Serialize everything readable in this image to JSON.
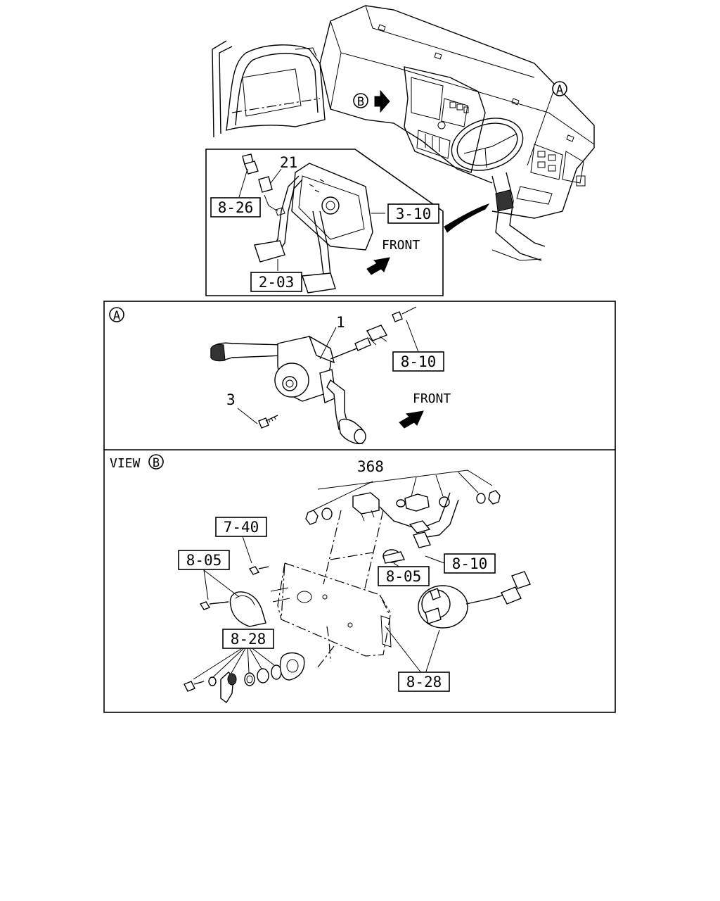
{
  "callouts": {
    "ref_8_26": "8-26",
    "ref_3_10": "3-10",
    "ref_2_03": "2-03",
    "ref_8_10_a": "8-10",
    "ref_7_40": "7-40",
    "ref_8_05_left": "8-05",
    "ref_8_05_center": "8-05",
    "ref_8_10_b": "8-10",
    "ref_8_28_left": "8-28",
    "ref_8_28_right": "8-28"
  },
  "part_numbers": {
    "p21": "21",
    "p1": "1",
    "p3": "3",
    "p368": "368"
  },
  "markers": {
    "a": "A",
    "b": "B"
  },
  "texts": {
    "front_top": "FRONT",
    "front_a": "FRONT",
    "view_b": "VIEW"
  }
}
